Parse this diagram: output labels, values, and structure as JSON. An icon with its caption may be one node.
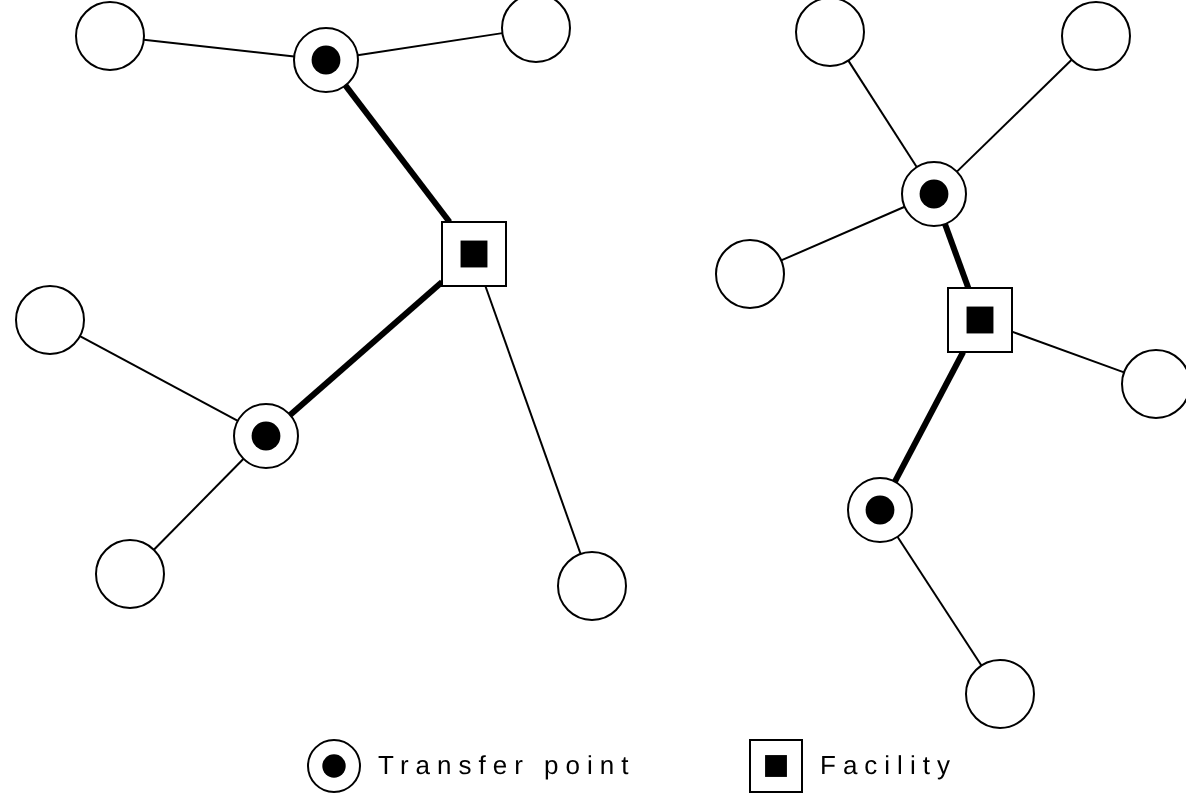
{
  "diagram": {
    "nodes": [
      {
        "text": [],
        "shape": "circle"
      },
      {
        "text": [],
        "shape": "target"
      },
      {
        "text": [],
        "shape": "circle"
      },
      {
        "text": [],
        "shape": "box"
      },
      {
        "text": [],
        "shape": "circle"
      },
      {
        "text": [],
        "shape": "target"
      },
      {
        "text": [],
        "shape": "circle"
      },
      {
        "text": [],
        "shape": "circle"
      },
      {
        "text": [],
        "shape": "circle"
      },
      {
        "text": [],
        "shape": "circle"
      },
      {
        "text": [],
        "shape": "target"
      },
      {
        "text": [],
        "shape": "circle"
      },
      {
        "text": [],
        "shape": "box"
      },
      {
        "text": [],
        "shape": "circle"
      },
      {
        "text": [],
        "shape": "target"
      },
      {
        "text": [],
        "shape": "circle"
      }
    ],
    "edges": [
      {
        "from": 0,
        "to": 1,
        "arrow": "none"
      },
      {
        "from": 2,
        "to": 1,
        "arrow": "none"
      },
      {
        "from": 1,
        "to": 3,
        "arrow": "none",
        "style": "thick"
      },
      {
        "from": 5,
        "to": 3,
        "arrow": "none",
        "style": "thick"
      },
      {
        "from": 4,
        "to": 5,
        "arrow": "none"
      },
      {
        "from": 6,
        "to": 5,
        "arrow": "none"
      },
      {
        "from": 7,
        "to": 3,
        "arrow": "none"
      },
      {
        "from": 8,
        "to": 10,
        "arrow": "none"
      },
      {
        "from": 9,
        "to": 10,
        "arrow": "none"
      },
      {
        "from": 11,
        "to": 10,
        "arrow": "none"
      },
      {
        "from": 10,
        "to": 12,
        "arrow": "none",
        "style": "thick"
      },
      {
        "from": 12,
        "to": 13,
        "arrow": "none"
      },
      {
        "from": 12,
        "to": 14,
        "arrow": "none",
        "style": "thick"
      },
      {
        "from": 14,
        "to": 15,
        "arrow": "none"
      }
    ],
    "legend": [
      {
        "text": "Transfer point"
      },
      {
        "text": "Facility"
      }
    ]
  }
}
